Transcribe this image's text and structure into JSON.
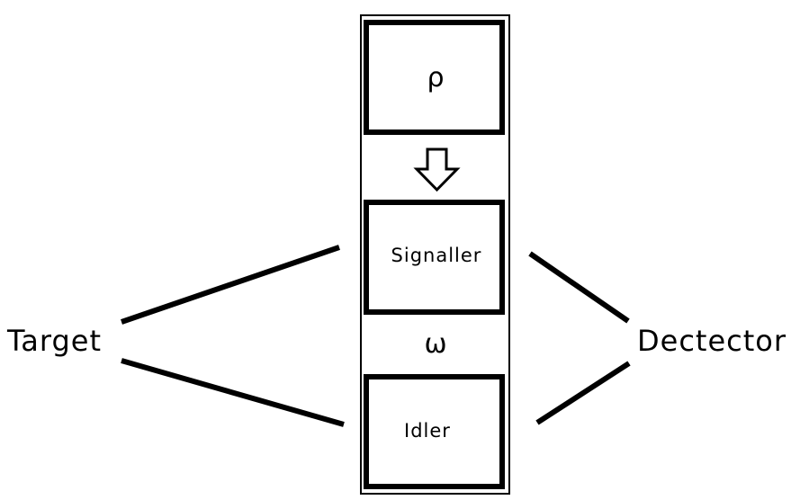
{
  "labels": {
    "rho": "ρ",
    "signaller": "Signaller",
    "omega": "ω",
    "idler": "Idler",
    "target": "Target",
    "detector": "Dectector"
  },
  "colors": {
    "stroke": "#000000",
    "background": "#ffffff"
  }
}
